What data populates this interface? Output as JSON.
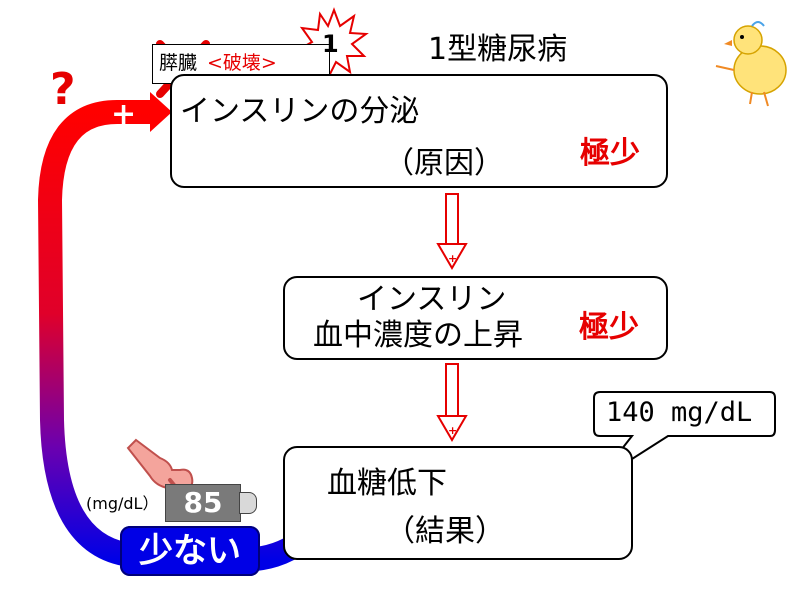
{
  "title": "1型糖尿病",
  "organ": {
    "name": "膵臓",
    "status": "<破壊>",
    "badge_number": "1"
  },
  "question_mark": "?",
  "plus_sign": "+",
  "boxes": {
    "secretion": {
      "line1": "インスリンの分泌",
      "line2": "（原因）",
      "level": "極少"
    },
    "concentration": {
      "line1": "インスリン",
      "line2": "血中濃度の上昇",
      "level": "極少"
    },
    "result": {
      "line1": "血糖低下",
      "line2": "（結果）"
    }
  },
  "speech_bubble": "140 mg/dL",
  "meter": {
    "unit": "(mg/dL）",
    "value": "85"
  },
  "low_label": "少ない",
  "colors": {
    "red": "#e60000",
    "blue": "#0000e6",
    "meter_gray": "#7a7a7a"
  }
}
